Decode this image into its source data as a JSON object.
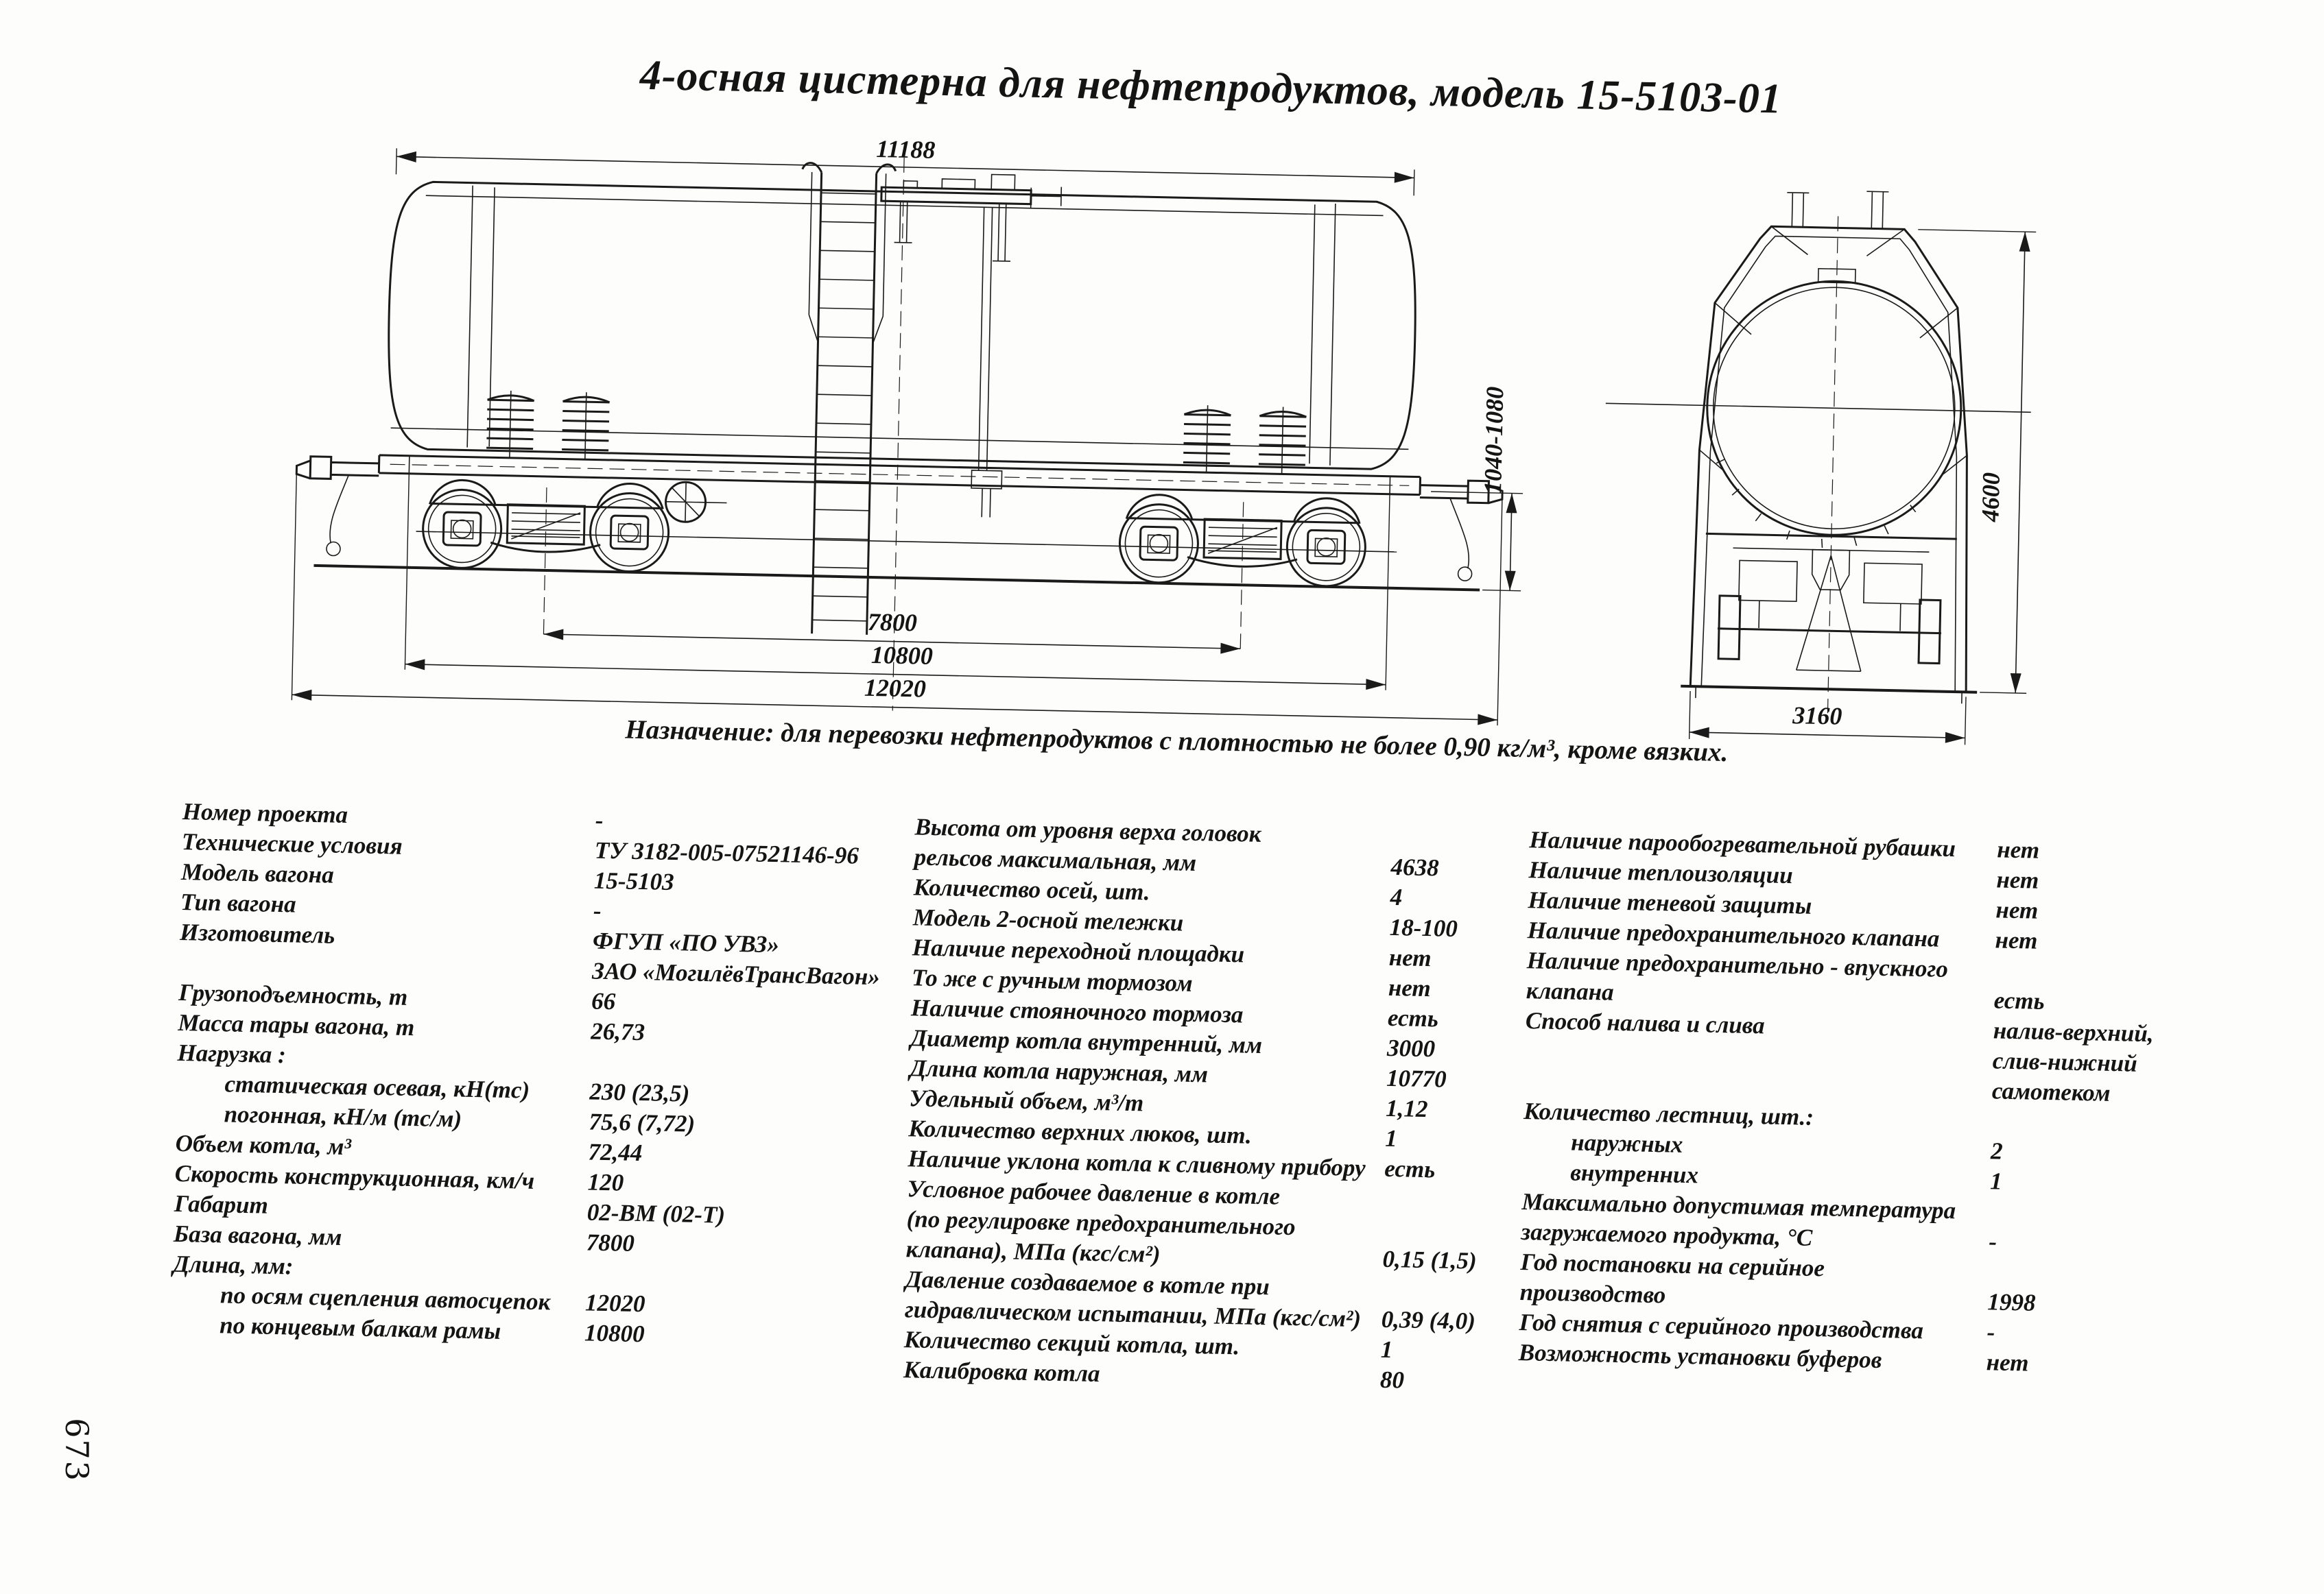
{
  "page": {
    "number": "673"
  },
  "title": "4-осная цистерна для нефтепродуктов, модель 15-5103-01",
  "purpose": "Назначение: для перевозки нефтепродуктов с плотностью не более 0,90 кг/м³, кроме вязких.",
  "drawing": {
    "dims": {
      "top_length": "11188",
      "coupler_height": "1040-1080",
      "bogie_base": "7800",
      "frame_length": "10800",
      "coupler_length": "12020",
      "end_width": "3160",
      "end_height": "4600"
    }
  },
  "specs": {
    "columns": [
      {
        "name": "general",
        "rows": [
          {
            "l": "Номер проекта",
            "v": "-"
          },
          {
            "l": "Технические условия",
            "v": "ТУ 3182-005-07521146-96"
          },
          {
            "l": "Модель вагона",
            "v": "15-5103"
          },
          {
            "l": "Тип вагона",
            "v": "-"
          },
          {
            "l": "Изготовитель",
            "v": "ФГУП «ПО УВЗ»"
          },
          {
            "l": "",
            "v": "ЗАО «МогилёвТрансВагон»"
          },
          {
            "l": "Грузоподъемность, т",
            "v": "66"
          },
          {
            "l": "Масса тары вагона, т",
            "v": "26,73"
          },
          {
            "l": "Нагрузка :",
            "v": ""
          },
          {
            "l": "статическая осевая, кН(тс)",
            "v": "230 (23,5)",
            "ind": 1
          },
          {
            "l": "погонная, кН/м (тс/м)",
            "v": "75,6 (7,72)",
            "ind": 1
          },
          {
            "l": "Объем котла, м³",
            "v": "72,44"
          },
          {
            "l": "Скорость конструкционная, км/ч",
            "v": "120"
          },
          {
            "l": "Габарит",
            "v": "02-ВМ (02-Т)"
          },
          {
            "l": "База вагона, мм",
            "v": "7800"
          },
          {
            "l": "Длина, мм:",
            "v": ""
          },
          {
            "l": "по осям сцепления автосцепок",
            "v": "12020",
            "ind": 1
          },
          {
            "l": "по концевым балкам рамы",
            "v": "10800",
            "ind": 1
          }
        ]
      },
      {
        "name": "boiler",
        "rows": [
          {
            "l": "Высота от уровня верха головок",
            "v": ""
          },
          {
            "l": "рельсов максимальная, мм",
            "v": "4638"
          },
          {
            "l": "Количество осей, шт.",
            "v": "4"
          },
          {
            "l": "Модель 2-осной тележки",
            "v": "18-100"
          },
          {
            "l": "Наличие переходной площадки",
            "v": "нет"
          },
          {
            "l": "То же с ручным тормозом",
            "v": "нет"
          },
          {
            "l": "Наличие стояночного тормоза",
            "v": "есть"
          },
          {
            "l": "Диаметр котла внутренний, мм",
            "v": "3000"
          },
          {
            "l": "Длина котла наружная, мм",
            "v": "10770"
          },
          {
            "l": "Удельный объем, м³/т",
            "v": "1,12"
          },
          {
            "l": "Количество верхних люков, шт.",
            "v": "1"
          },
          {
            "l": "Наличие уклона котла к сливному прибору",
            "v": "есть"
          },
          {
            "l": "Условное рабочее давление в котле",
            "v": ""
          },
          {
            "l": "(по регулировке предохранительного",
            "v": ""
          },
          {
            "l": "клапана), МПа (кгс/см²)",
            "v": "0,15 (1,5)"
          },
          {
            "l": "Давление создаваемое в котле при",
            "v": ""
          },
          {
            "l": "гидравлическом испытании, МПа (кгс/см²)",
            "v": "0,39 (4,0)"
          },
          {
            "l": "Количество секций котла, шт.",
            "v": "1"
          },
          {
            "l": "Калибровка котла",
            "v": "80"
          }
        ]
      },
      {
        "name": "equipment",
        "rows": [
          {
            "l": "Наличие парообогревательной рубашки",
            "v": "нет"
          },
          {
            "l": "Наличие теплоизоляции",
            "v": "нет"
          },
          {
            "l": "Наличие теневой защиты",
            "v": "нет"
          },
          {
            "l": "Наличие предохранительного клапана",
            "v": "нет"
          },
          {
            "l": "Наличие предохранительно - впускного",
            "v": ""
          },
          {
            "l": "клапана",
            "v": "есть"
          },
          {
            "l": "Способ налива и слива",
            "v": "налив-верхний,"
          },
          {
            "l": "",
            "v": "слив-нижний"
          },
          {
            "l": "",
            "v": "самотеком"
          },
          {
            "l": "Количество лестниц, шт.:",
            "v": ""
          },
          {
            "l": "наружных",
            "v": "2",
            "ind": 1
          },
          {
            "l": "внутренних",
            "v": "1",
            "ind": 1
          },
          {
            "l": "Максимально допустимая температура",
            "v": ""
          },
          {
            "l": "загружаемого продукта, °С",
            "v": "-"
          },
          {
            "l": "Год постановки на серийное",
            "v": ""
          },
          {
            "l": "производство",
            "v": "1998"
          },
          {
            "l": "Год снятия с серийного производства",
            "v": "-"
          },
          {
            "l": "Возможность установки буферов",
            "v": "нет"
          }
        ]
      }
    ]
  }
}
